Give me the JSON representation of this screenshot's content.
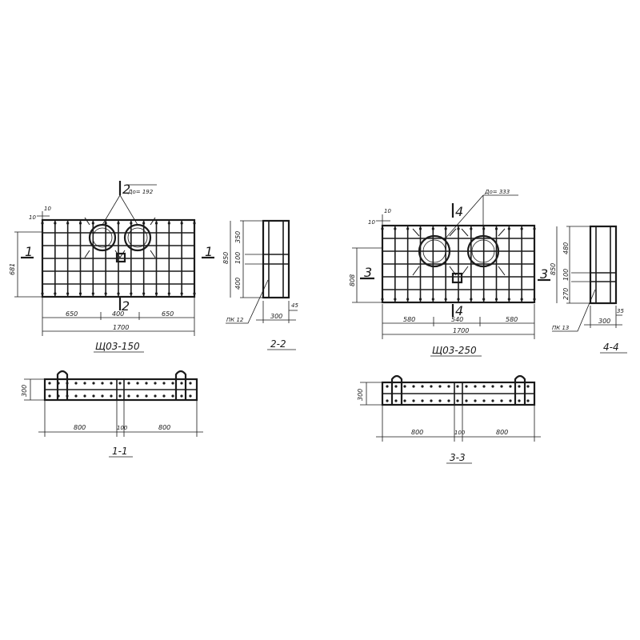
{
  "left": {
    "plan": {
      "title": "Щ03-150",
      "section_top": "2",
      "section_bottom": "2",
      "section_left": "1",
      "section_right": "1",
      "diameter_note": "Дo= 192",
      "tick_small": "10",
      "tick_small2": "10",
      "height_dim": "681",
      "dims_bottom": [
        "650",
        "400",
        "650"
      ],
      "total": "1700"
    },
    "side": {
      "title": "2-2",
      "dim_top": "350",
      "dim_mid": "100",
      "dim_bot": "400",
      "dim_total": "850",
      "width": "300",
      "edge": "45",
      "mark": "ПК 12"
    },
    "section": {
      "title": "1-1",
      "height": "300",
      "dims": [
        "800",
        "100",
        "800"
      ]
    }
  },
  "right": {
    "plan": {
      "title": "Щ03-250",
      "section_top": "4",
      "section_bottom": "4",
      "section_left": "3",
      "section_right": "3",
      "diameter_note": "Дo= 333",
      "tick_small": "10",
      "tick_small2": "10",
      "height_dim": "808",
      "dims_bottom": [
        "580",
        "540",
        "580"
      ],
      "total": "1700"
    },
    "side": {
      "title": "4-4",
      "dim_top": "480",
      "dim_mid": "100",
      "dim_bot": "270",
      "dim_total": "850",
      "width": "300",
      "edge": "35",
      "mark": "ПК 13"
    },
    "section": {
      "title": "3-3",
      "height": "300",
      "dims": [
        "800",
        "100",
        "800"
      ]
    }
  }
}
